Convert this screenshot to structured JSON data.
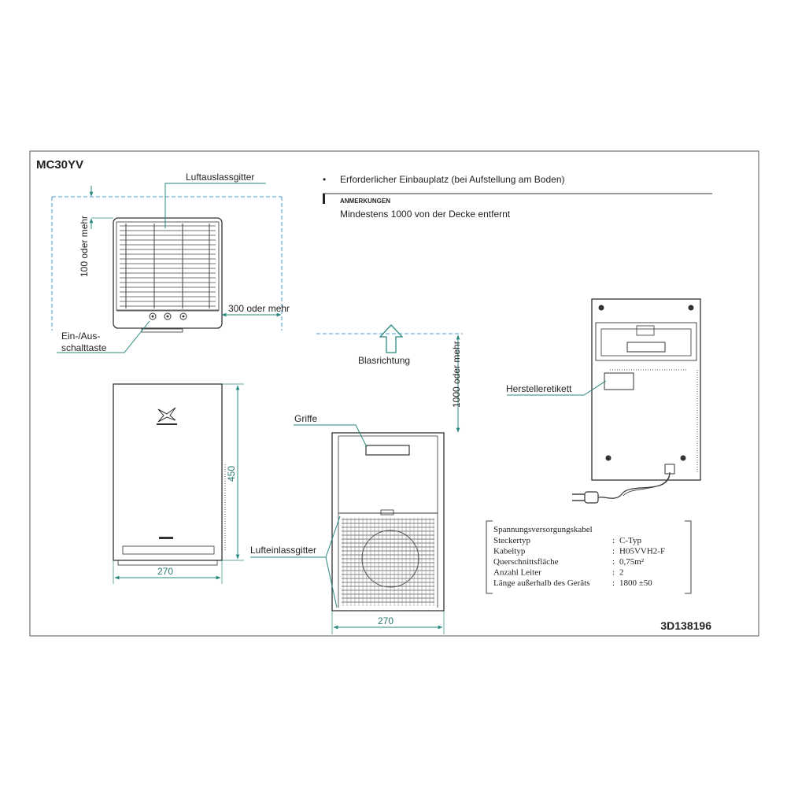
{
  "model": "MC30YV",
  "drawing_number": "3D138196",
  "labels": {
    "air_outlet_grille": "Luftauslassgitter",
    "clearance_top": "100 oder mehr",
    "clearance_side": "300 oder mehr",
    "power_button_line1": "Ein-/Aus-",
    "power_button_line2": "schalttaste",
    "blow_direction": "Blasrichtung",
    "clearance_ceiling": "1000 oder mehr",
    "handles": "Griffe",
    "air_inlet_grille": "Lufteinlassgitter",
    "manufacturer_label": "Herstelleretikett"
  },
  "notes": {
    "bullet": "•",
    "installation_space": "Erforderlicher Einbauplatz (bei Aufstellung am Boden)",
    "remarks_heading": "ANMERKUNGEN",
    "remark_text": "Mindestens 1000 von der Decke entfernt"
  },
  "dimensions": {
    "front_width": "270",
    "front_height": "450",
    "side_width": "270"
  },
  "cable_spec": {
    "title": "Spannungsversorgungskabel",
    "rows": [
      {
        "key": "Steckertyp",
        "sep": ":",
        "value": "C-Typ"
      },
      {
        "key": "Kabeltyp",
        "sep": ":",
        "value": "H05VVH2-F"
      },
      {
        "key": "Querschnittsfläche",
        "sep": ":",
        "value": "0,75m²"
      },
      {
        "key": "Anzahl Leiter",
        "sep": ":",
        "value": "2"
      },
      {
        "key": "Länge außerhalb des Geräts",
        "sep": ":",
        "value": "1800 ±50"
      }
    ]
  },
  "colors": {
    "dimension_line": "#2a8a80",
    "clearance_dash": "#4a9ad0",
    "outline": "#333333"
  }
}
